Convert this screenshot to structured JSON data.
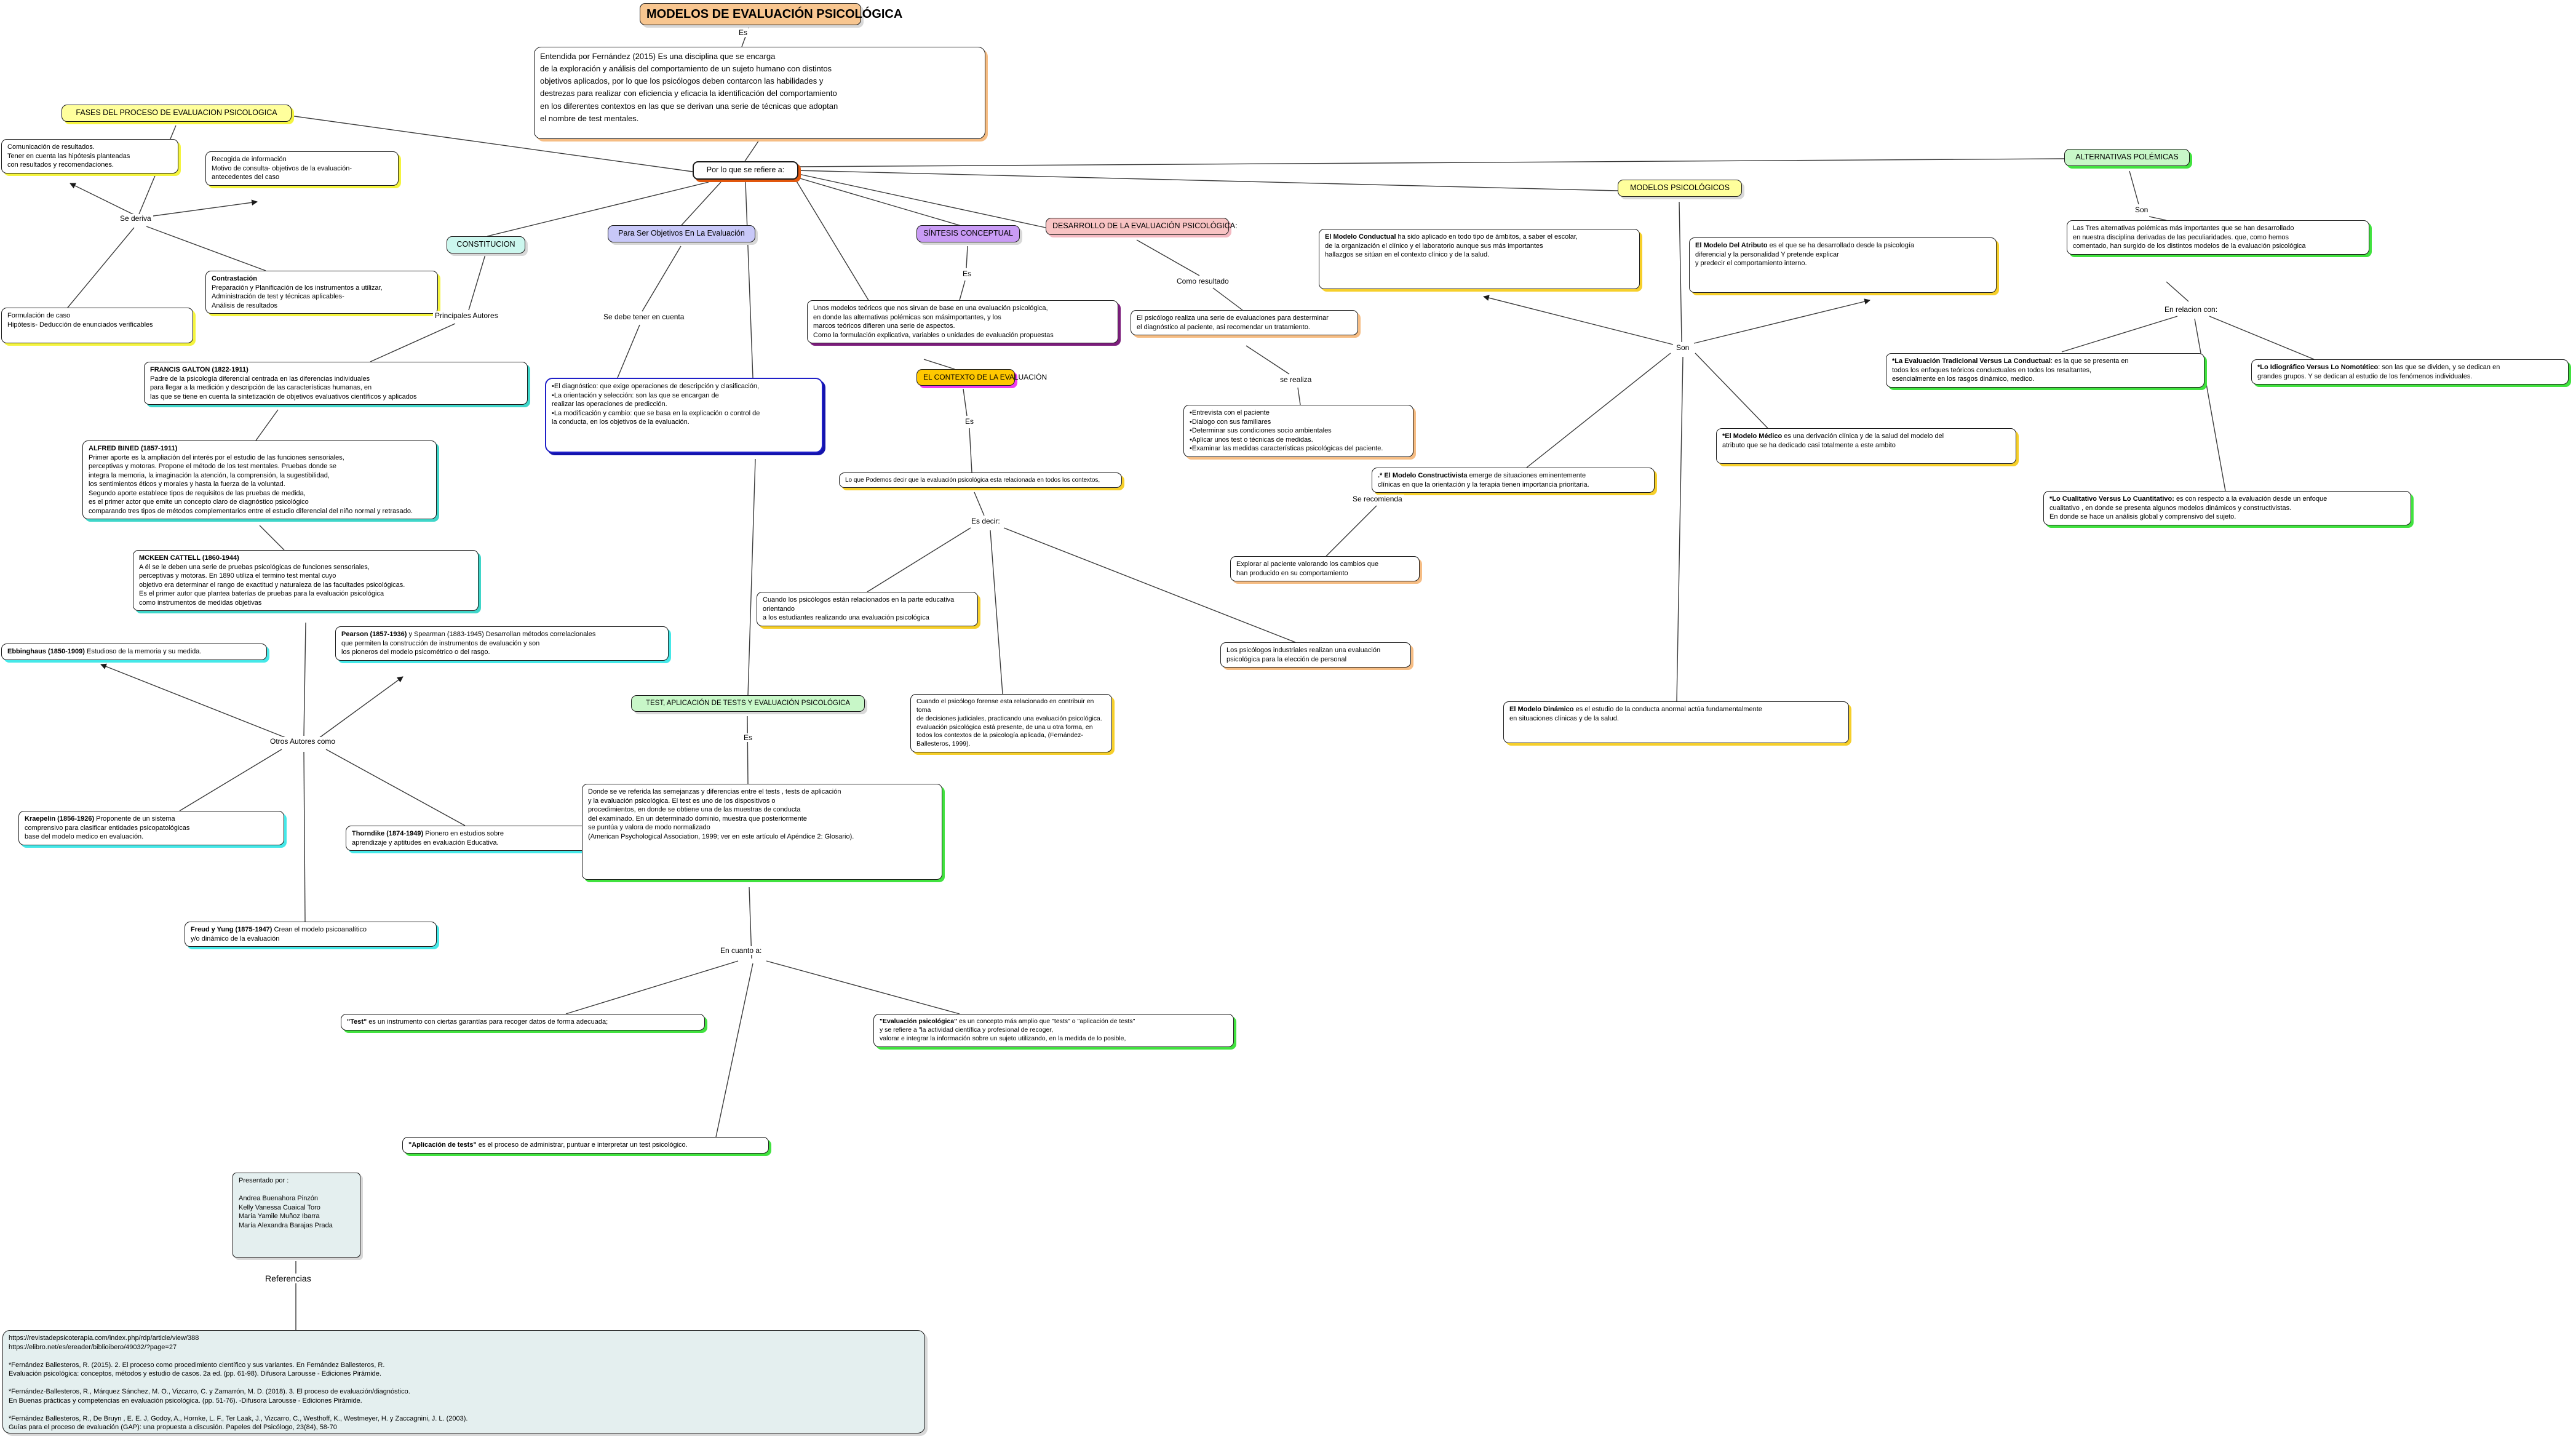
{
  "title": "MODELOS DE EVALUACIÓN PSICOLÓGICA",
  "labels": {
    "es1": "Es",
    "se_deriva": "Se deriva",
    "principales": "Principales Autores",
    "otros": "Otros Autores como",
    "se_debe": "Se debe tener en cuenta",
    "es2": "Es",
    "es3": "Es",
    "es_decir": "Es decir:",
    "como_resultado": "Como resultado",
    "se_realiza": "se realiza",
    "se_recomienda": "Se recomienda",
    "son1": "Son",
    "son2": "Son",
    "en_relacion": "En relacion con:",
    "es4": "Es",
    "en_cuanto": "En cuanto a:",
    "referencias": "Referencias"
  },
  "nodes": {
    "definition": {
      "text": "Entendida por Fernández (2015) Es una disciplina que se encarga\nde la exploración y análisis del comportamiento de un sujeto humano con distintos\nobjetivos aplicados, por lo que los psicólogos deben contarcon las habilidades y\n destrezas para realizar con eficiencia y eficacia la identificación del comportamiento\nen los diferentes contextos en las que se derivan una serie de técnicas que adoptan\n el nombre de test mentales."
    },
    "hub": {
      "text": "Por lo que se refiere a:"
    },
    "fases": {
      "text": "FASES DEL PROCESO DE EVALUACION PSICOLOGICA"
    },
    "comunicacion": {
      "text": "Comunicación de resultados.\nTener en cuenta las hipótesis planteadas\ncon resultados y recomendaciones."
    },
    "recogida": {
      "text": "Recogida de información\nMotivo de consulta- objetivos de la evaluación-\nantecedentes del caso"
    },
    "contrastacion": {
      "title": "Contrastación",
      "body": "\nPreparación y Planificación de los instrumentos a utilizar,\nAdministración de test y técnicas aplicables-\nAnálisis de resultados"
    },
    "formulacion": {
      "text": "Formulación de caso\nHipótesis- Deducción de enunciados verificables"
    },
    "constitucion": {
      "text": "CONSTITUCION"
    },
    "galton": {
      "title": "FRANCIS GALTON (1822-1911)",
      "body": "\nPadre de la psicología diferencial centrada en las diferencias individuales\npara llegar a la medición y descripción de las características humanas, en\n las que se tiene en cuenta la sintetización de objetivos evaluativos científicos y aplicados"
    },
    "bined": {
      "title": "ALFRED BINED (1857-1911)",
      "body": "\nPrimer aporte es la ampliación del interés por el estudio de las funciones sensoriales,\nperceptivas y motoras. Propone el método de los test mentales. Pruebas donde se\nintegra la memoria, la imaginación la atención, la comprensión, la sugestibilidad,\nlos sentimientos éticos y morales y hasta la fuerza de la voluntad.\nSegundo aporte establece tipos de requisitos de las pruebas de medida,\nes el primer actor que emite un concepto claro de diagnóstico psicológico\ncomparando tres tipos de métodos complementarios entre el estudio diferencial del niño normal y retrasado."
    },
    "cattell": {
      "title": "MCKEEN CATTELL (1860-1944)",
      "body": "\nA él se le deben una serie de pruebas psicológicas de funciones sensoriales,\nperceptivas y motoras. En 1890 utiliza el termino test mental cuyo\nobjetivo era determinar el rango de exactitud y naturaleza de las facultades psicológicas.\nEs el primer autor que plantea baterías de pruebas para la evaluación psicológica\ncomo instrumentos de medidas objetivas"
    },
    "ebbinghaus": {
      "title": "Ebbinghaus (1850-1909)",
      "body": " Estudioso de la memoria y su medida."
    },
    "pearson": {
      "title": "Pearson (1857-1936)",
      "body": " y Spearman (1883-1945) Desarrollan métodos correlacionales\n que permiten la construcción de instrumentos de evaluación y son\nlos pioneros del modelo psicométrico o del rasgo."
    },
    "kraepelin": {
      "title": "Kraepelin (1856-1926)",
      "body": " Proponente de un sistema\ncomprensivo para clasificar entidades psicopatológicas\nbase del modelo medico en evaluación."
    },
    "thorndike": {
      "title": "Thorndike (1874-1949)",
      "body": " Pionero en estudios sobre\naprendizaje y aptitudes en evaluación Educativa."
    },
    "freud": {
      "title": "Freud y Yung (1875-1947)",
      "body": " Crean el modelo psicoanalítico\ny/o dinámico de la evaluación"
    },
    "paraser": {
      "text": "Para Ser Objetivos En La Evaluación"
    },
    "diagnostico": {
      "text": "•El diagnóstico: que exige operaciones de descripción y clasificación,\n•La orientación y selección: son las que se encargan de\n realizar las operaciones de predicción.\n•La modificación y cambio: que se basa en la explicación o control de\nla conducta, en los objetivos de la evaluación."
    },
    "sintesis": {
      "text": "SÍNTESIS CONCEPTUAL"
    },
    "unosmodelos": {
      "text": "Unos modelos teóricos que nos sirvan de base en una evaluación psicológica,\nen donde las alternativas polémicas son másimportantes, y los\nmarcos teóricos difieren una serie de aspectos.\nComo la formulación explicativa, variables o unidades de evaluación propuestas"
    },
    "contexto": {
      "text": "EL CONTEXTO DE LA EVALUACIÓN"
    },
    "loque": {
      "text": "Lo que Podemos decir que la evaluación psicológica esta relacionada en todos los contextos,"
    },
    "educativa": {
      "text": "Cuando los psicólogos están relacionados en la parte educativa orientando\n a los estudiantes realizando una evaluación psicológica"
    },
    "forense": {
      "text": "Cuando el psicólogo forense esta relacionado en contribuir en toma\n de decisiones judiciales, practicando una evaluación psicológica.\nevaluación psicológica está presente, de una u otra forma, en\n todos los contextos de la psicología aplicada, (Fernández-Ballesteros, 1999)."
    },
    "industriales": {
      "text": "Los psicólogos industriales realizan una evaluación\npsicológica para la elección de personal"
    },
    "desarrollo": {
      "text": "DESARROLLO DE LA EVALUACIÓN PSICOLÓGICA:"
    },
    "psicologo": {
      "text": "El psicólogo realiza una serie de evaluaciones para desterminar\nel diagnóstico al paciente, asi recomendar un tratamiento."
    },
    "entrevista": {
      "text": "•Entrevista con el paciente\n•Dialogo con sus familiares\n•Determinar sus condiciones socio ambientales\n•Aplicar unos test o técnicas de medidas.\n•Examinar las medidas características psicológicas del paciente."
    },
    "explorar": {
      "text": "Explorar al paciente valorando los cambios que\nhan producido en su comportamiento"
    },
    "modelos": {
      "text": "MODELOS PSICOLÓGICOS"
    },
    "conductual": {
      "title": "El Modelo Conductual",
      "body": " ha sido aplicado en todo tipo de ámbitos, a saber el escolar,\n de la organización  el clínico y el laboratorio aunque sus más  importantes\n hallazgos se sitúan en el contexto clínico y de la salud."
    },
    "atributo": {
      "title": "El Modelo Del Atributo",
      "body": "  es el que se ha desarrollado desde la psicología\ndiferencial y la personalidad  Y pretende explicar\ny predecir el comportamiento interno."
    },
    "constructivista": {
      "title": ".* El Modelo Constructivista",
      "body": " emerge de situaciones eminentemente\nclínicas en que la  orientación y la terapia tienen importancia prioritaria."
    },
    "medico": {
      "title": "*El Modelo Médico",
      "body": "  es  una derivación clínica y de la salud del modelo del\natributo que se ha dedicado casi totalmente a este ambito"
    },
    "dinamico": {
      "title": "El Modelo Dinámico",
      "body": "  es  el estudio de  la conducta anormal actúa  fundamentalmente\nen situaciones clínicas y de la salud."
    },
    "alternativas": {
      "text": "ALTERNATIVAS POLÉMICAS"
    },
    "lastres": {
      "text": "Las Tres alternativas polémicas más importantes que se han desarrollado\n en nuestra disciplina derivadas de las peculiaridades. que, como hemos\ncomentado, han surgido de los distintos modelos de la evaluación psicológica"
    },
    "tradicional": {
      "title": "*La Evaluación Tradicional Versus La Conductual",
      "body": ": es la que se presenta en\ntodos los enfoques teóricos conductuales en todos los resaltantes,\nesencialmente en los rasgos dinámico, medico."
    },
    "idiografico": {
      "title": "*Lo Idiográfico Versus Lo Nomotético",
      "body": ": son las que se dividen, y se dedican en\n grandes grupos. Y se dedican al estudio de los fenómenos individuales."
    },
    "cualitativo": {
      "title": "*Lo Cualitativo Versus Lo  Cuantitativo:",
      "body": " es con respecto a la evaluación desde un enfoque\n cualitativo , en donde se presenta algunos modelos dinámicos y constructivistas.\nEn donde se hace un análisis global y comprensivo del sujeto."
    },
    "testaplicacion": {
      "text": "TEST, APLICACIÓN DE TESTS Y EVALUACIÓN PSICOLÓGICA"
    },
    "dondeseve": {
      "text": "Donde se ve referida las semejanzas y diferencias entre el tests , tests de aplicación\ny la evaluación psicológica. El test es uno de los dispositivos o\n procedimientos, en donde se obtiene una de las muestras de  conducta\n del examinado. En un determinado dominio, muestra que posteriormente\n se puntúa y valora de modo normalizado\n(American Psychological Association, 1999; ver en este artículo el Apéndice 2: Glosario)."
    },
    "test": {
      "title": "\"Test\"",
      "body": " es un instrumento  con ciertas garantías para recoger datos de forma adecuada;"
    },
    "evaluacionpsic": {
      "title": "\"Evaluación psicológica\"",
      "body": " es un concepto más amplio que \"tests\" o \"aplicación de tests\"\ny se refiere a \"la actividad científica y profesional de recoger,\nvalorar e integrar la información sobre un sujeto utilizando, en la medida de lo posible,"
    },
    "aplicacion": {
      "title": "\"Aplicación de tests\"",
      "body": " es el proceso de administrar, puntuar e interpretar un test psicológico."
    },
    "presentado": {
      "text": "Presentado por :\n\nAndrea Buenahora Pinzón\nKelly Vanessa Cuaical Toro\nMaría Yamile Muñoz Ibarra\nMaría Alexandra Barajas Prada"
    },
    "referencias": {
      "text": "https://revistadepsicoterapia.com/index.php/rdp/article/view/388\nhttps://elibro.net/es/ereader/biblioibero/49032/?page=27\n\n*Fernández Ballesteros, R. (2015). 2. El proceso como procedimiento científico y sus variantes. En Fernández Ballesteros, R.\nEvaluación psicológica: conceptos, métodos y estudio de casos. 2a ed. (pp. 61-98). Difusora Larousse - Ediciones Pirámide.\n\n*Fernández-Ballesteros, R., Márquez Sánchez, M. O., Vizcarro, C. y Zamarrón, M. D. (2018). 3. El proceso de evaluación/diagnóstico.\nEn Buenas prácticas y competencias en evaluación psicológica. (pp. 51-76). -Difusora Larousse - Ediciones Pirámide.\n\n*Fernández Ballesteros, R., De Bruyn , E. E. J, Godoy, A., Hornke, L. F., Ter Laak, J., Vizcarro, C., Westhoff, K., Westmeyer, H. y Zaccagnini, J. L. (2003).\nGuías para el proceso de evaluación (GAP): una propuesta a discusión. Papeles del Psicólogo, 23(84), 58-70"
    }
  },
  "colors": {
    "accent_orange": "#f8c690",
    "accent_yellow": "#ffff9c",
    "accent_cyan_pale": "#ccf7ee",
    "accent_lavender": "#c8c8f8",
    "accent_purple": "#c99bf5",
    "accent_pink": "#f8c3c3",
    "accent_amber": "#ffc800",
    "accent_green": "#c8f7c8",
    "accent_bluegray": "#e4efef",
    "shadow_yellow": "#f4f43e",
    "shadow_teal": "#3fd6c9",
    "shadow_green": "#41e23f",
    "shadow_gold": "#f6cf2a",
    "shadow_magenta": "#f03cf0",
    "shadow_dark_purple": "#7c1d7c",
    "shadow_blue": "#1414ad",
    "shadow_orange": "#e2570d"
  }
}
